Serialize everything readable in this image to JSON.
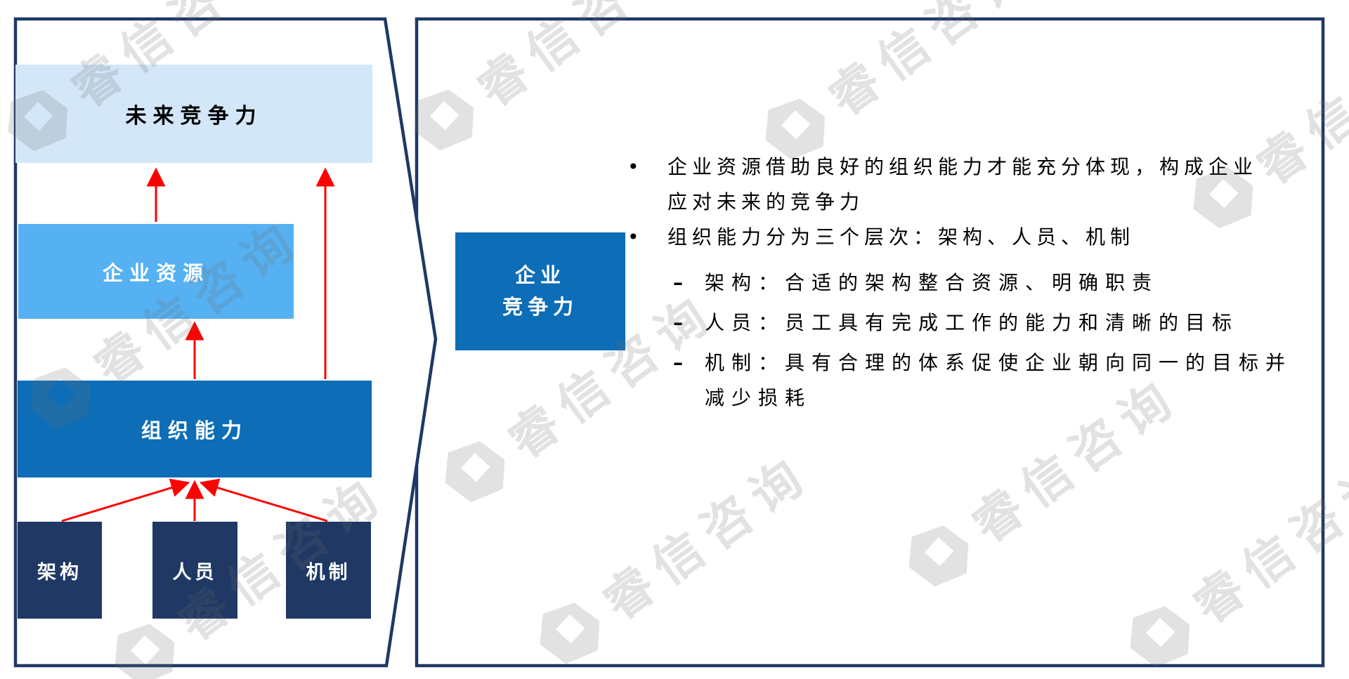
{
  "colors": {
    "panel_border": "#1F3864",
    "box_light_blue": "#D3E7F8",
    "box_sky_blue": "#56B1F2",
    "box_blue": "#0D6DB7",
    "box_navy": "#1F3864",
    "arrow_red": "#FF0000",
    "watermark": "rgba(110,110,110,0.20)",
    "text_white": "#FFFFFF",
    "text_black": "#000000"
  },
  "diagram": {
    "future": "未来竞争力",
    "resources": "企业资源",
    "org_capability": "组织能力",
    "architecture": "架构",
    "people": "人员",
    "mechanism": "机制",
    "competitiveness_lines": [
      "企业",
      "竞争力"
    ]
  },
  "right_panel": {
    "bullets": [
      {
        "marker": "•",
        "indent": 0,
        "lines": [
          "企业资源借助良好的组织能力才能充分体现，构成企业",
          "应对未来的竞争力"
        ]
      },
      {
        "marker": "•",
        "indent": 0,
        "lines": [
          "组织能力分为三个层次：架构、人员、机制"
        ]
      },
      {
        "marker": "–",
        "indent": 1,
        "lines": [
          "架构：合适的架构整合资源、明确职责"
        ]
      },
      {
        "marker": "–",
        "indent": 1,
        "lines": [
          "人员：员工具有完成工作的能力和清晰的目标"
        ]
      },
      {
        "marker": "–",
        "indent": 1,
        "lines": [
          "机制：具有合理的体系促使企业朝向同一的目标并",
          "减少损耗"
        ]
      }
    ]
  },
  "watermark": {
    "text": "睿信咨询"
  }
}
